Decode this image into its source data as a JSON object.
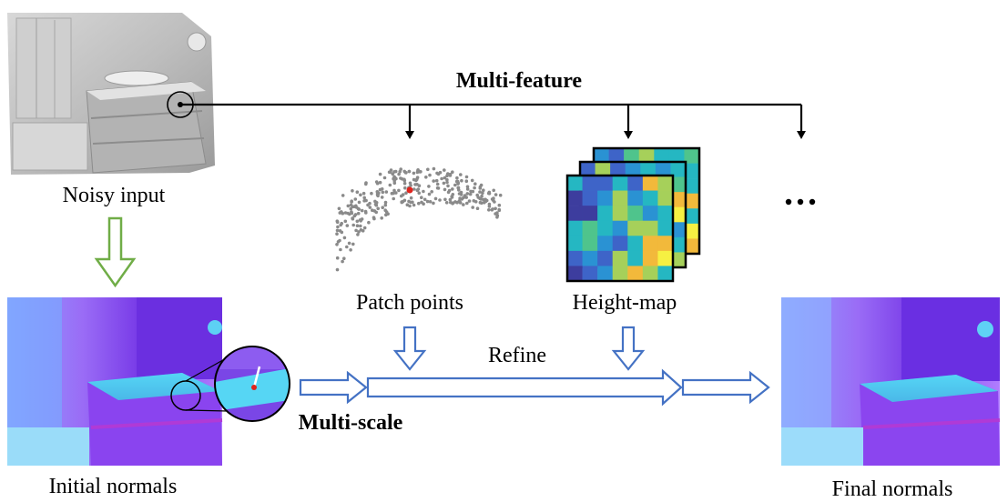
{
  "labels": {
    "multi_feature": "Multi-feature",
    "noisy_input": "Noisy input",
    "patch_points": "Patch points",
    "height_map": "Height-map",
    "ellipsis": "…",
    "refine": "Refine",
    "multi_scale": "Multi-scale",
    "initial_normals": "Initial normals",
    "final_normals": "Final normals"
  },
  "colors": {
    "arrow_green": "#70ad47",
    "arrow_blue": "#4472c4",
    "highlight_red": "#e0231c",
    "point_gray": "#8a8a8a",
    "line_black": "#000000"
  },
  "heightmap_palette": [
    "#3d3d9e",
    "#3e64c8",
    "#2a92d3",
    "#25b7c2",
    "#4fc48c",
    "#a6d05a",
    "#f2b93b",
    "#f6f042"
  ]
}
